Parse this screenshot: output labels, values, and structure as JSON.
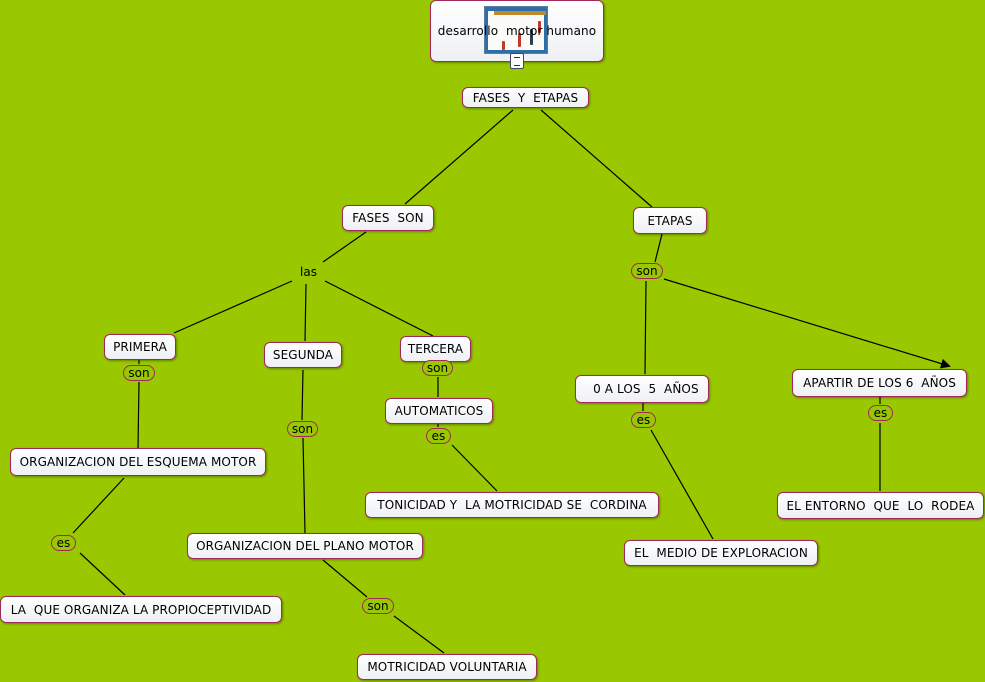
{
  "root": {
    "label": "desarrollo  motor humano",
    "image_icon": "child-motor-development-thumbnail",
    "attachment_icon": "document-icon"
  },
  "nodes": {
    "fases_y_etapas": "FASES  Y  ETAPAS",
    "fases_son": "FASES  SON",
    "etapas": "ETAPAS",
    "primera": "PRIMERA",
    "segunda": "SEGUNDA",
    "tercera": "TERCERA",
    "automaticos": "AUTOMATICOS",
    "org_esquema": "ORGANIZACION DEL ESQUEMA MOTOR",
    "tonicidad": "TONICIDAD Y  LA MOTRICIDAD SE  CORDINA",
    "org_plano": "ORGANIZACION DEL PLANO MOTOR",
    "propioceptividad": "LA  QUE ORGANIZA LA PROPIOCEPTIVIDAD",
    "motricidad_voluntaria": "MOTRICIDAD VOLUNTARIA",
    "cero_a_cinco": "  0 A LOS  5  AÑOS",
    "apartir_seis": "APARTIR DE LOS 6  AÑOS",
    "medio_exploracion": "EL  MEDIO DE EXPLORACION",
    "entorno": "EL ENTORNO  QUE  LO  RODEA"
  },
  "link_labels": {
    "las": "las",
    "son_etapas": "son",
    "son_primera": "son",
    "son_segunda": "son",
    "son_tercera": "son",
    "es_automaticos": "es",
    "es_esquema": "es",
    "son_plano": "son",
    "es_cero": "es",
    "es_seis": "es"
  },
  "colors": {
    "background": "#99c800",
    "node_border": "#a0285a",
    "line": "#000000"
  }
}
